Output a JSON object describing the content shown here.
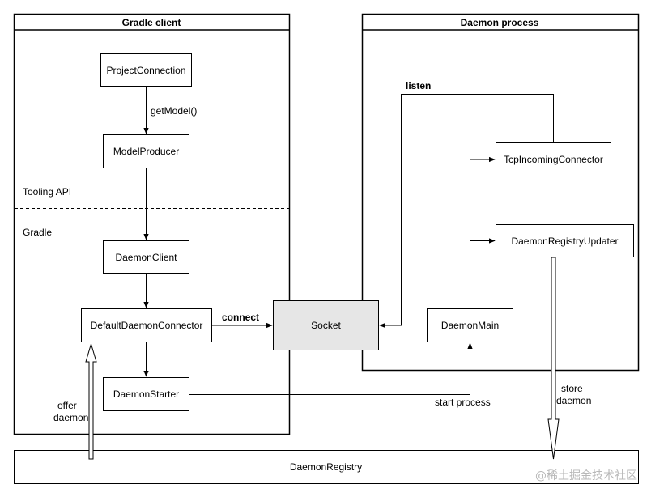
{
  "containers": {
    "gradle_client": "Gradle client",
    "daemon_process": "Daemon process"
  },
  "sections": {
    "tooling_api": "Tooling API",
    "gradle": "Gradle"
  },
  "nodes": {
    "project_connection": "ProjectConnection",
    "model_producer": "ModelProducer",
    "daemon_client": "DaemonClient",
    "default_daemon_connector": "DefaultDaemonConnector",
    "daemon_starter": "DaemonStarter",
    "socket": "Socket",
    "daemon_main": "DaemonMain",
    "tcp_incoming_connector": "TcpIncomingConnector",
    "daemon_registry_updater": "DaemonRegistryUpdater",
    "daemon_registry": "DaemonRegistry"
  },
  "edges": {
    "get_model": "getModel()",
    "connect": "connect",
    "listen": "listen",
    "start_process": "start process",
    "offer_daemon_1": "offer",
    "offer_daemon_2": "daemon",
    "store_daemon_1": "store",
    "store_daemon_2": "daemon"
  },
  "watermark": "@稀土掘金技术社区",
  "colors": {
    "socket_fill": "#e6e6e6",
    "line": "#000000"
  }
}
